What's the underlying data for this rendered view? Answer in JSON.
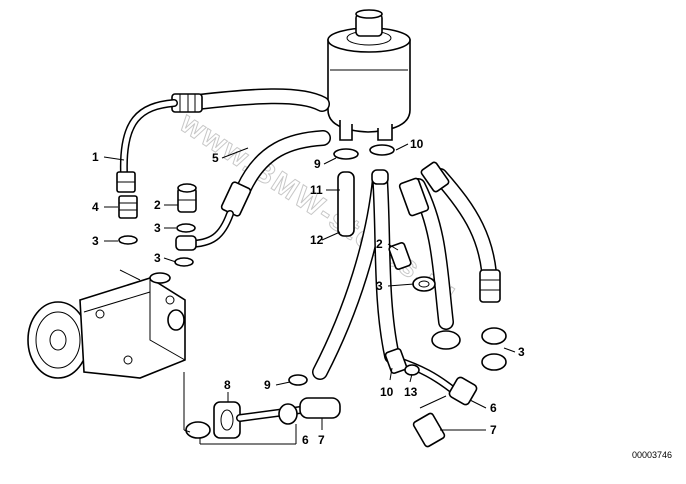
{
  "diagram": {
    "reference_number": "00003746",
    "watermark": "www.BMW-stores.ru",
    "callouts": {
      "c1": "1",
      "c2a": "2",
      "c2b": "2",
      "c3a": "3",
      "c3b": "3",
      "c3c": "3",
      "c3d": "3",
      "c3e": "3",
      "c4": "4",
      "c5": "5",
      "c6a": "6",
      "c6b": "6",
      "c7a": "7",
      "c7b": "7",
      "c8": "8",
      "c9a": "9",
      "c9b": "9",
      "c10a": "10",
      "c10b": "10",
      "c11": "11",
      "c12": "12",
      "c13": "13"
    }
  }
}
